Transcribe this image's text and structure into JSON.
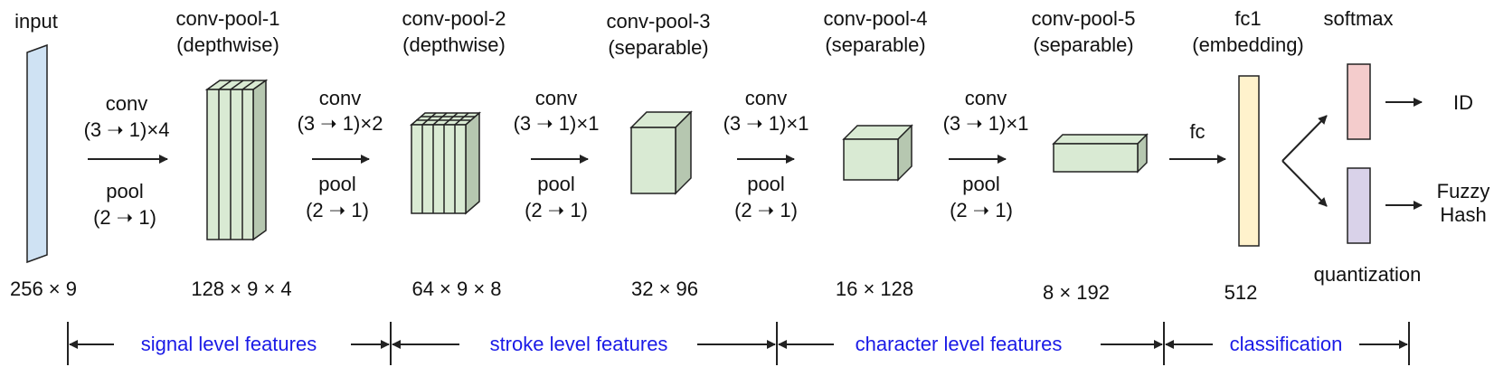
{
  "stages": [
    {
      "title": "input",
      "subtitle": "",
      "dims": "256 × 9"
    },
    {
      "title": "conv-pool-1",
      "subtitle": "(depthwise)",
      "dims": "128 × 9 × 4"
    },
    {
      "title": "conv-pool-2",
      "subtitle": "(depthwise)",
      "dims": "64 × 9 × 8"
    },
    {
      "title": "conv-pool-3",
      "subtitle": "(separable)",
      "dims": "32 × 96"
    },
    {
      "title": "conv-pool-4",
      "subtitle": "(separable)",
      "dims": "16 × 128"
    },
    {
      "title": "conv-pool-5",
      "subtitle": "(separable)",
      "dims": "8 × 192"
    },
    {
      "title": "fc1",
      "subtitle": "(embedding)",
      "dims": "512"
    }
  ],
  "ops": [
    {
      "op1": "conv",
      "op2": "(3 ➝ 1)×4",
      "op3": "pool",
      "op4": "(2 ➝ 1)"
    },
    {
      "op1": "conv",
      "op2": "(3 ➝ 1)×2",
      "op3": "pool",
      "op4": "(2 ➝ 1)"
    },
    {
      "op1": "conv",
      "op2": "(3 ➝ 1)×1",
      "op3": "pool",
      "op4": "(2 ➝ 1)"
    },
    {
      "op1": "conv",
      "op2": "(3 ➝ 1)×1",
      "op3": "pool",
      "op4": "(2 ➝ 1)"
    },
    {
      "op1": "conv",
      "op2": "(3 ➝ 1)×1",
      "op3": "pool",
      "op4": "(2 ➝ 1)"
    }
  ],
  "fc_label": "fc",
  "softmax_label": "softmax",
  "quantization_label": "quantization",
  "outputs": {
    "id": "ID",
    "hash_line1": "Fuzzy",
    "hash_line2": "Hash"
  },
  "groups": [
    "signal level features",
    "stroke level features",
    "character level features",
    "classification"
  ],
  "colors": {
    "input_fill": "#cfe2f3",
    "conv_fill": "#d9ead3",
    "conv_side": "#b6c7b0",
    "fc_fill": "#fff2cc",
    "softmax_fill": "#f4cccc",
    "quant_fill": "#d9d2e9",
    "text_blue": "#1a1ae6",
    "stroke": "#222222"
  }
}
